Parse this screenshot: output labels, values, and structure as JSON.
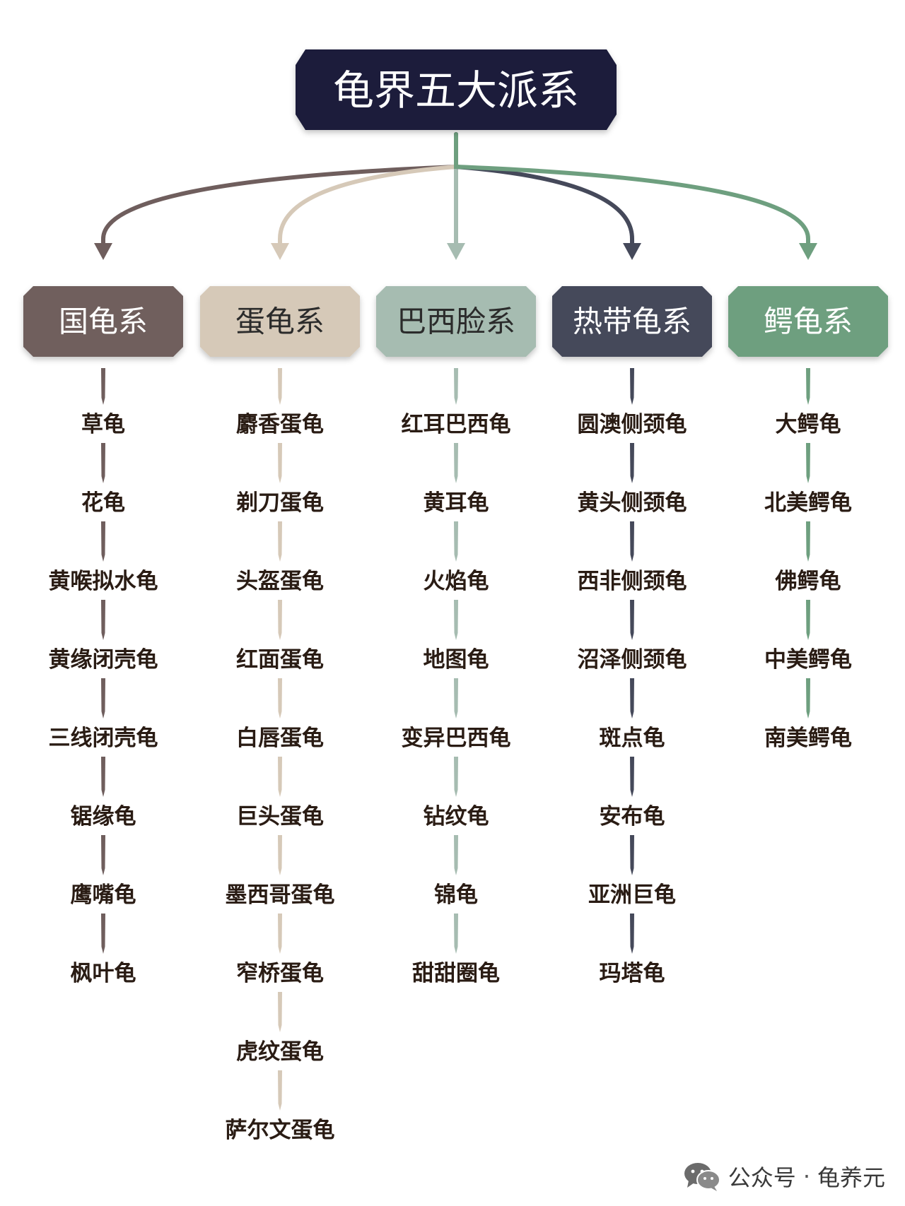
{
  "title": "龟界五大派系",
  "colors": {
    "title_bg": "#1c1f3a",
    "arrow_tip": "#5a5a5a"
  },
  "categories": [
    {
      "name": "国龟系",
      "color": "#6f5e5d",
      "text_color": "#ffffff",
      "items": [
        "草龟",
        "花龟",
        "黄喉拟水龟",
        "黄缘闭壳龟",
        "三线闭壳龟",
        "锯缘龟",
        "鹰嘴龟",
        "枫叶龟"
      ]
    },
    {
      "name": "蛋龟系",
      "color": "#d6c9b8",
      "text_color": "#2b2b2b",
      "items": [
        "麝香蛋龟",
        "剃刀蛋龟",
        "头盔蛋龟",
        "红面蛋龟",
        "白唇蛋龟",
        "巨头蛋龟",
        "墨西哥蛋龟",
        "窄桥蛋龟",
        "虎纹蛋龟",
        "萨尔文蛋龟"
      ]
    },
    {
      "name": "巴西脸系",
      "color": "#a6bcb1",
      "text_color": "#2b2b2b",
      "items": [
        "红耳巴西龟",
        "黄耳龟",
        "火焰龟",
        "地图龟",
        "变异巴西龟",
        "钻纹龟",
        "锦龟",
        "甜甜圈龟"
      ]
    },
    {
      "name": "热带龟系",
      "color": "#45495a",
      "text_color": "#ffffff",
      "items": [
        "圆澳侧颈龟",
        "黄头侧颈龟",
        "西非侧颈龟",
        "沼泽侧颈龟",
        "斑点龟",
        "安布龟",
        "亚洲巨龟",
        "玛塔龟"
      ]
    },
    {
      "name": "鳄龟系",
      "color": "#6e9f7f",
      "text_color": "#ffffff",
      "items": [
        "大鳄龟",
        "北美鳄龟",
        "佛鳄龟",
        "中美鳄龟",
        "南美鳄龟"
      ]
    }
  ],
  "watermark": {
    "icon": "wechat-icon",
    "source": "公众号",
    "separator": "·",
    "account": "龟养元"
  }
}
